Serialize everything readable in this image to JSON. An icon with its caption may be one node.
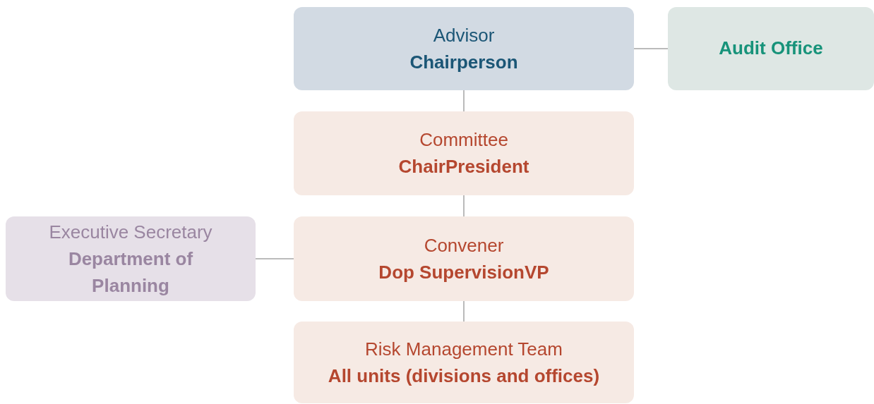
{
  "diagram": {
    "nodes": [
      {
        "text": [
          "Advisor",
          "Chairperson"
        ]
      },
      {
        "text": [
          "Audit Office"
        ]
      },
      {
        "text": [
          "Committee",
          "ChairPresident"
        ]
      },
      {
        "text": [
          "Executive Secretary",
          "Department of Planning"
        ]
      },
      {
        "text": [
          "Convener",
          "Dop SupervisionVP"
        ]
      },
      {
        "text": [
          "Risk Management Team",
          "All units (divisions and offices)"
        ]
      }
    ],
    "edges": [
      {
        "from": 0,
        "to": 1,
        "arrow": "none"
      },
      {
        "from": 0,
        "to": 2,
        "arrow": "none"
      },
      {
        "from": 2,
        "to": 4,
        "arrow": "none"
      },
      {
        "from": 3,
        "to": 4,
        "arrow": "none"
      },
      {
        "from": 4,
        "to": 5,
        "arrow": "none"
      }
    ]
  }
}
